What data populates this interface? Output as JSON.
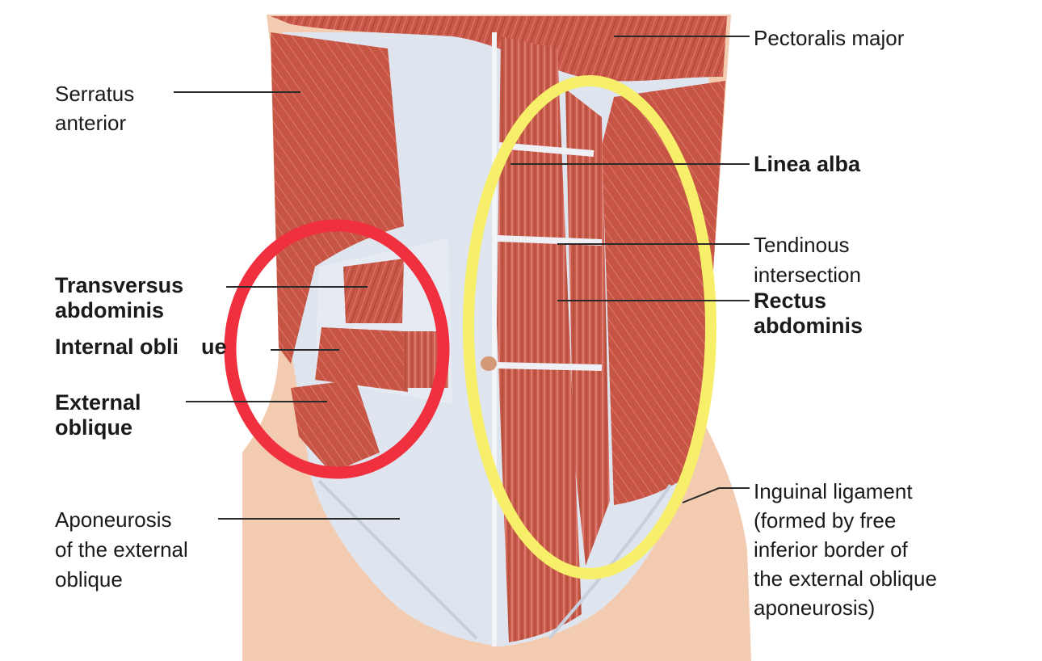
{
  "labels": {
    "pectoralis_major": [
      "Pectoralis major"
    ],
    "serratus_anterior": [
      "Serratus",
      "anterior"
    ],
    "linea_alba": [
      "Linea alba"
    ],
    "tendinous_intersection": [
      "Tendinous",
      "intersection"
    ],
    "rectus_abdominis": [
      "Rectus",
      "abdominis"
    ],
    "transversus_abdominis": [
      "Transversus",
      "abdominis"
    ],
    "internal_oblique": [
      "Internal obli",
      "ue"
    ],
    "external_oblique": [
      "External",
      "oblique"
    ],
    "aponeurosis": [
      "Aponeurosis",
      "of the external",
      "oblique"
    ],
    "inguinal_ligament": [
      "Inguinal ligament",
      "(formed by free",
      "inferior border of",
      "the external oblique",
      "aponeurosis)"
    ]
  },
  "highlights": {
    "red_circle_color": "#f0303f",
    "yellow_ellipse_color": "#f7ef6a"
  },
  "colors": {
    "muscle": "#c9584a",
    "muscle_dark": "#a8432f",
    "fascia": "#dfe5ef",
    "skin": "#f3cbb0"
  }
}
